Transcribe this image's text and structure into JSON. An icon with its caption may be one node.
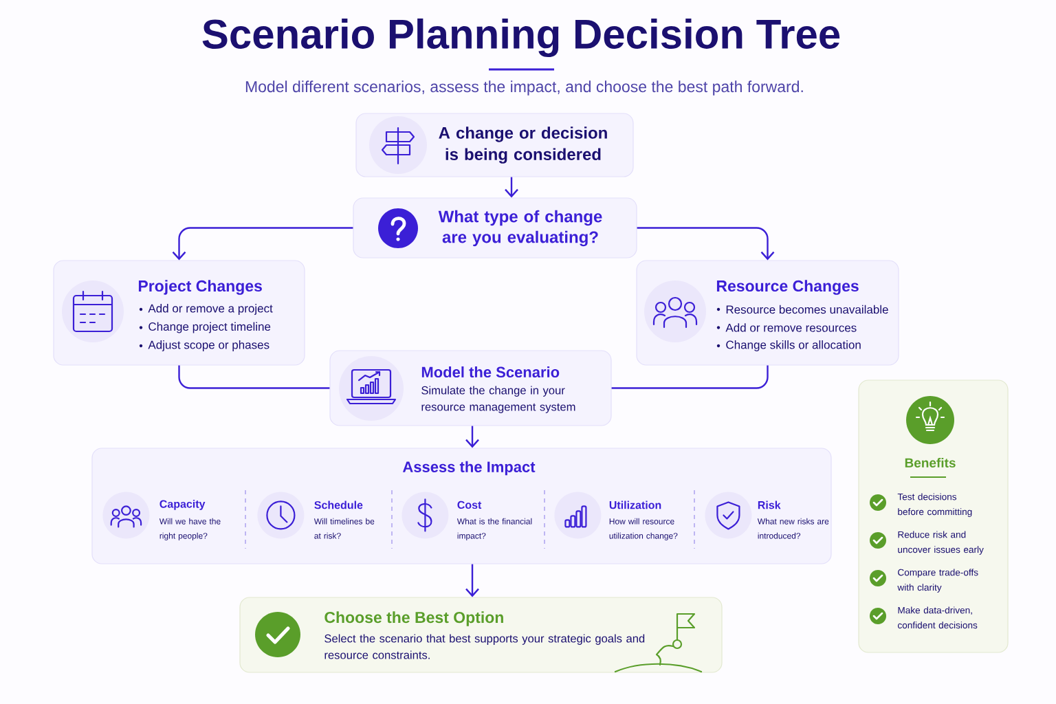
{
  "diagram": {
    "title": "Scenario Planning Decision Tree",
    "nodes": [
      {
        "text": [
          "A change or decision is being considered"
        ]
      },
      {
        "text": [
          "What type of change are you evaluating?"
        ]
      },
      {
        "text": [
          "Project Changes",
          "Add or remove a project",
          "Change project timeline",
          "Adjust scope or phases"
        ]
      },
      {
        "text": [
          "Resource Changes",
          "Resource becomes unavailable",
          "Add or remove resources",
          "Change skills or allocation"
        ]
      },
      {
        "text": [
          "Model the Scenario",
          "Simulate the change in your resource management system"
        ]
      },
      {
        "text": [
          "Assess the Impact"
        ]
      },
      {
        "text": [
          "Capacity",
          "Will we have the right people?"
        ],
        "in": 5
      },
      {
        "text": [
          "Schedule",
          "Will timelines be at risk?"
        ],
        "in": 5
      },
      {
        "text": [
          "Cost",
          "What is the financial impact?"
        ],
        "in": 5
      },
      {
        "text": [
          "Utilization",
          "How will resource utilization change?"
        ],
        "in": 5
      },
      {
        "text": [
          "Risk",
          "What new risks are introduced?"
        ],
        "in": 5
      },
      {
        "text": [
          "Choose the Best Option",
          "Select the scenario that best supports your strategic goals and resource constraints."
        ]
      },
      {
        "text": [
          "Benefits",
          "Test decisions before committing",
          "Reduce risk and uncover issues early",
          "Compare trade-offs with clarity",
          "Make data-driven, confident decisions"
        ]
      }
    ],
    "edges": [
      {
        "from": 0,
        "to": 1,
        "arrow": "to"
      },
      {
        "from": 1,
        "to": 2,
        "arrow": "to"
      },
      {
        "from": 1,
        "to": 3,
        "arrow": "to"
      },
      {
        "from": 2,
        "to": 4,
        "arrow": "none"
      },
      {
        "from": 3,
        "to": 4,
        "arrow": "none"
      },
      {
        "from": 4,
        "to": 5,
        "arrow": "to"
      },
      {
        "from": 5,
        "to": 11,
        "arrow": "to"
      }
    ],
    "labels": [
      "Model different scenarios, assess the impact, and choose the best path forward."
    ]
  }
}
